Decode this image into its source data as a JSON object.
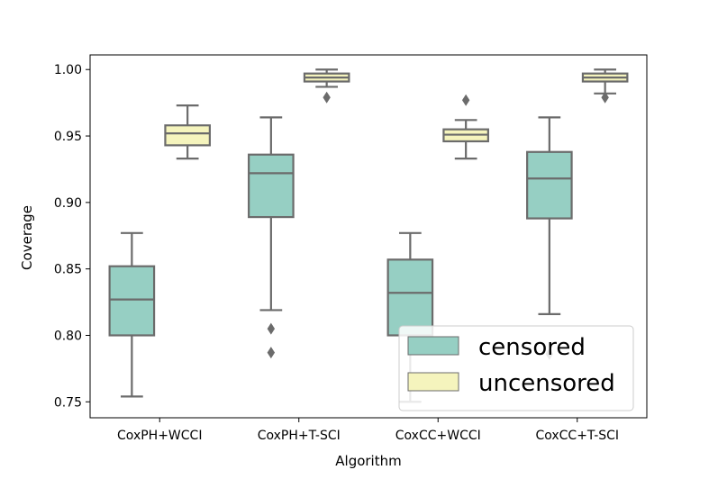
{
  "chart_data": {
    "type": "box",
    "xlabel": "Algorithm",
    "ylabel": "Coverage",
    "ylim": [
      0.738,
      1.011
    ],
    "yticks": [
      "0.75",
      "0.80",
      "0.85",
      "0.90",
      "0.95",
      "1.00"
    ],
    "categories": [
      "CoxPH+WCCI",
      "CoxPH+T-SCI",
      "CoxCC+WCCI",
      "CoxCC+T-SCI"
    ],
    "legend": {
      "position": "lower-right"
    },
    "colors": {
      "edge": "#6b6b6b",
      "censored": "#96cfc3",
      "uncensored": "#f5f4bd"
    },
    "series": [
      {
        "name": "censored",
        "boxes": [
          {
            "whislo": 0.754,
            "q1": 0.8,
            "med": 0.827,
            "q3": 0.852,
            "whishi": 0.877,
            "fliers": []
          },
          {
            "whislo": 0.819,
            "q1": 0.889,
            "med": 0.922,
            "q3": 0.936,
            "whishi": 0.964,
            "fliers": [
              0.805,
              0.787
            ]
          },
          {
            "whislo": 0.75,
            "q1": 0.8,
            "med": 0.832,
            "q3": 0.857,
            "whishi": 0.877,
            "fliers": []
          },
          {
            "whislo": 0.816,
            "q1": 0.888,
            "med": 0.918,
            "q3": 0.938,
            "whishi": 0.964,
            "fliers": [
              0.786
            ]
          }
        ]
      },
      {
        "name": "uncensored",
        "boxes": [
          {
            "whislo": 0.933,
            "q1": 0.943,
            "med": 0.952,
            "q3": 0.958,
            "whishi": 0.973,
            "fliers": []
          },
          {
            "whislo": 0.987,
            "q1": 0.991,
            "med": 0.994,
            "q3": 0.997,
            "whishi": 1.0,
            "fliers": [
              0.979
            ]
          },
          {
            "whislo": 0.933,
            "q1": 0.946,
            "med": 0.951,
            "q3": 0.955,
            "whishi": 0.962,
            "fliers": [
              0.977
            ]
          },
          {
            "whislo": 0.982,
            "q1": 0.991,
            "med": 0.994,
            "q3": 0.997,
            "whishi": 1.0,
            "fliers": [
              0.979
            ]
          }
        ]
      }
    ]
  }
}
